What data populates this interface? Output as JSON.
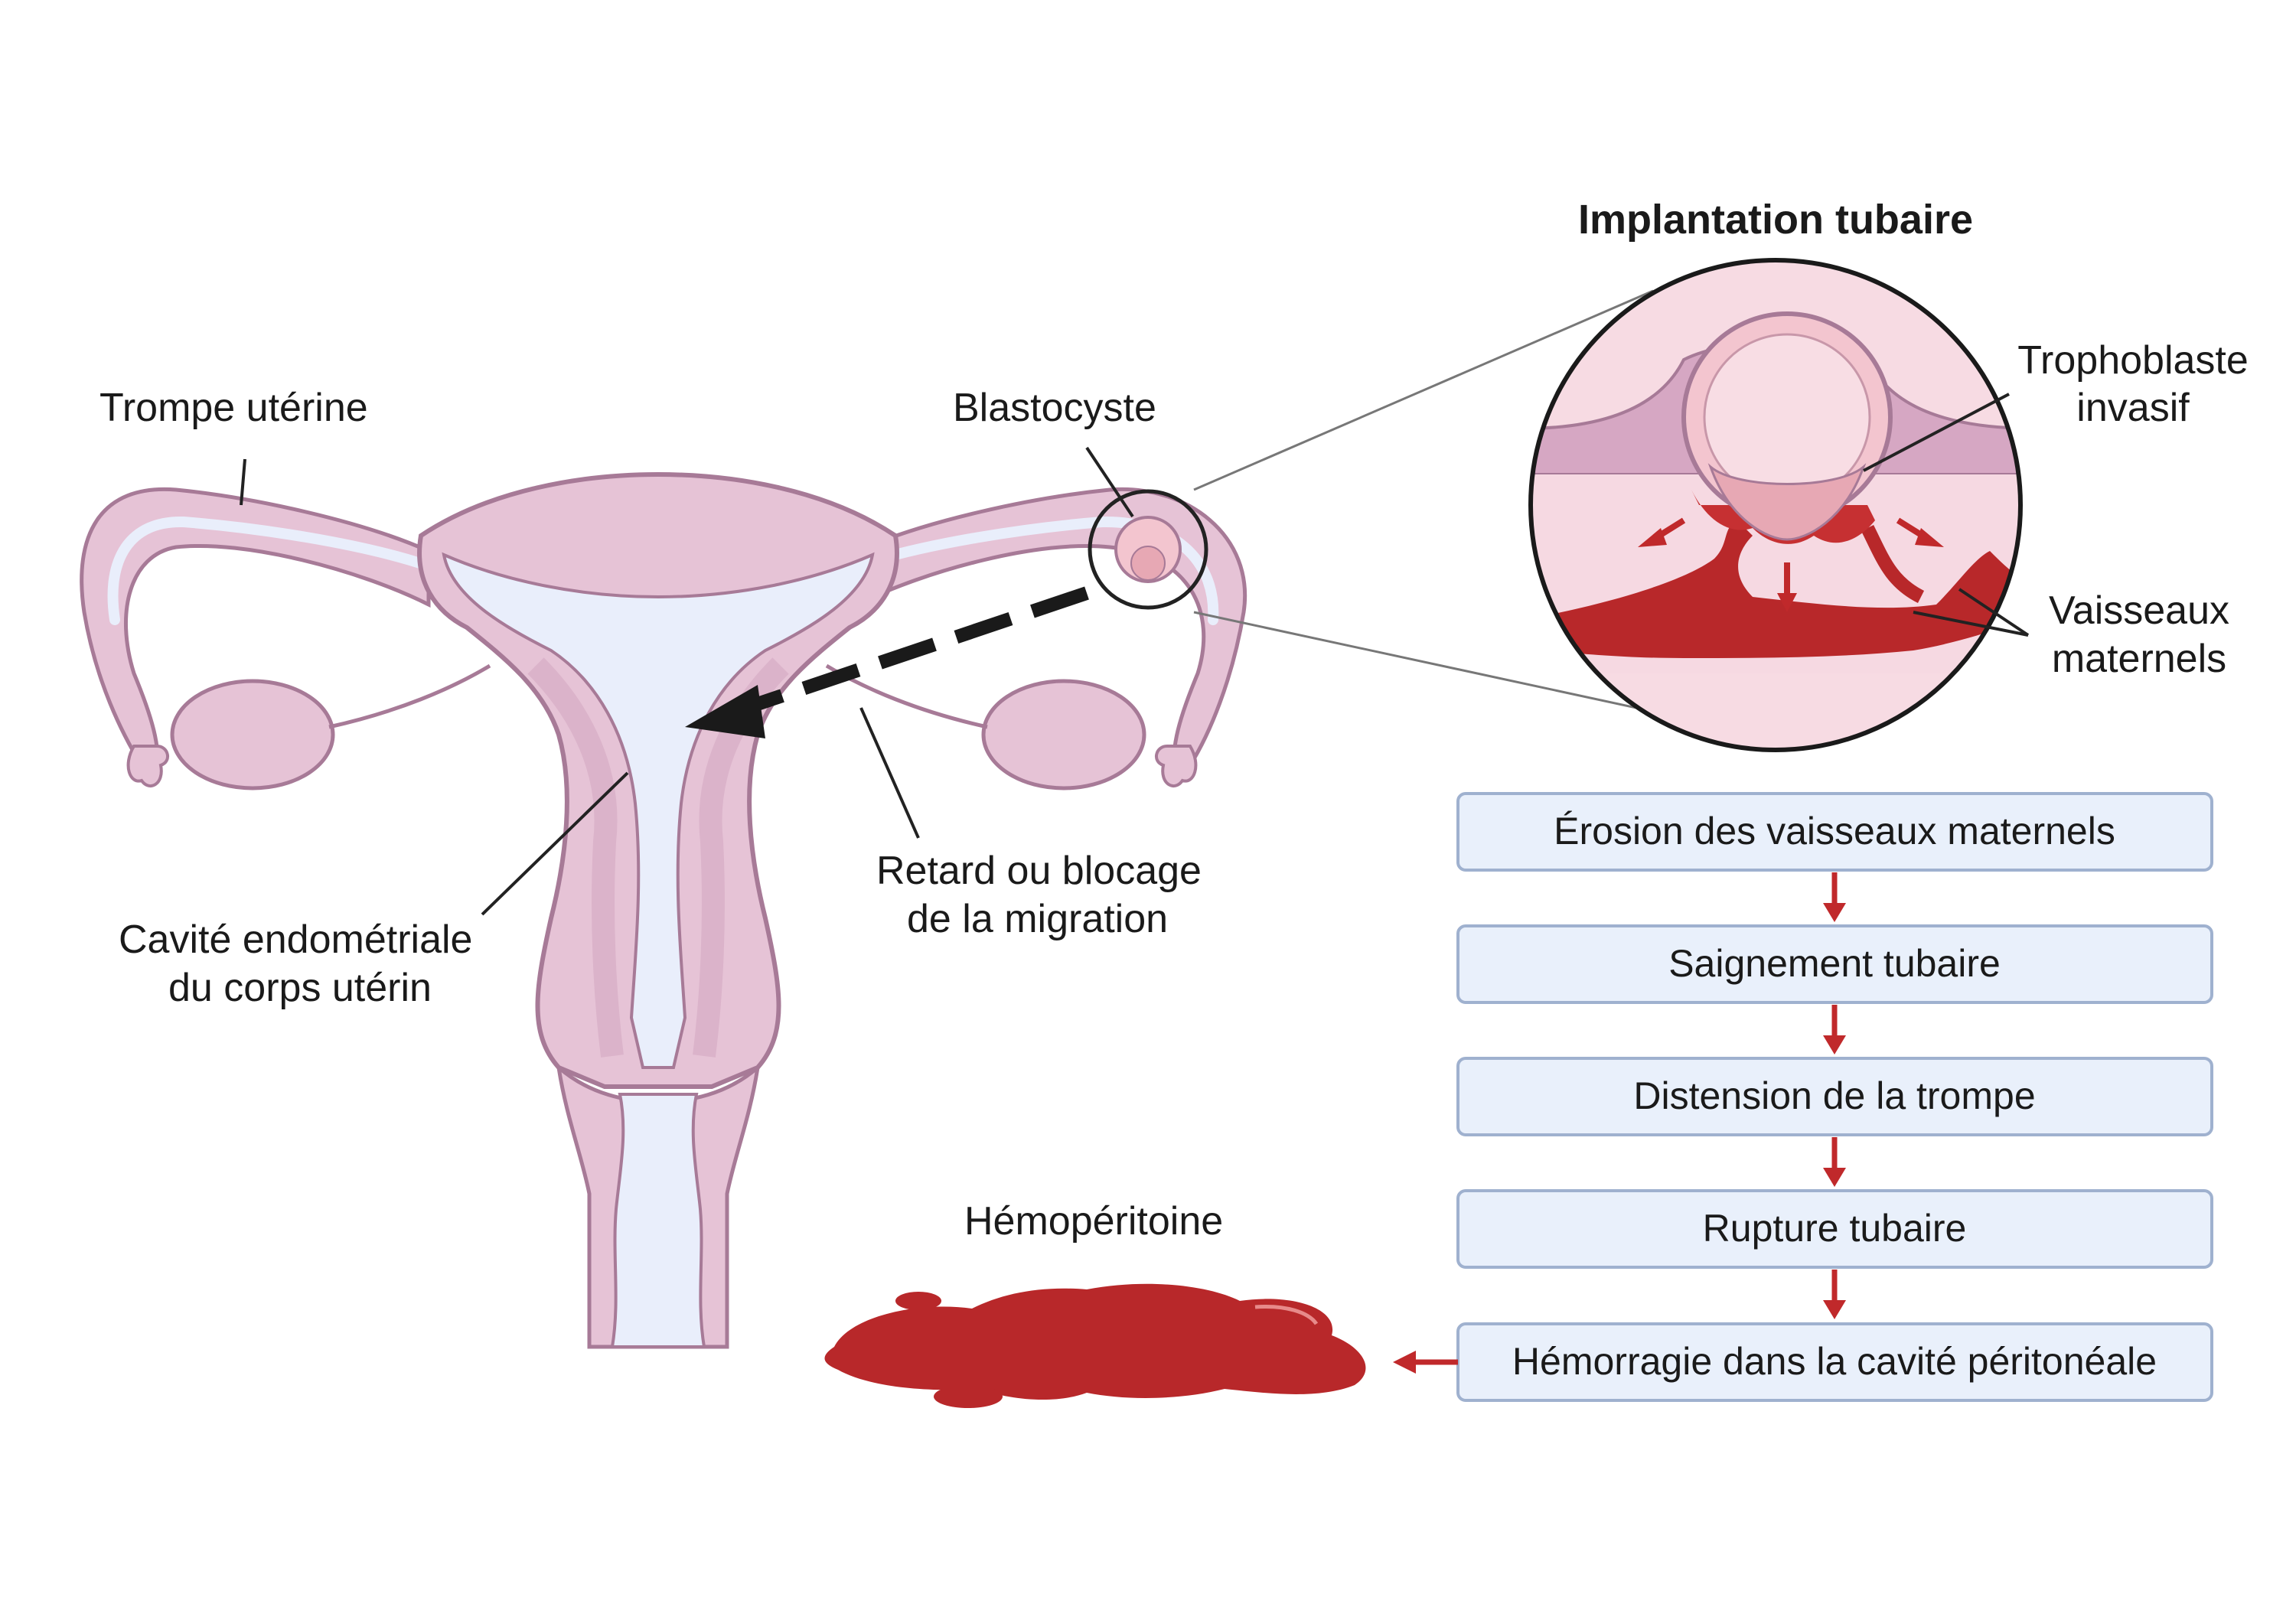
{
  "labels": {
    "trompe": "Trompe utérine",
    "blastocyste": "Blastocyste",
    "cavite_line1": "Cavité endométriale",
    "cavite_line2": "du corps utérin",
    "retard_line1": "Retard ou blocage",
    "retard_line2": "de la migration",
    "hemoperitoine": "Hémopéritoine"
  },
  "inset": {
    "title": "Implantation tubaire",
    "trophoblaste_line1": "Trophoblaste",
    "trophoblaste_line2": "invasif",
    "vaisseaux_line1": "Vaisseaux",
    "vaisseaux_line2": "maternels"
  },
  "flow": {
    "steps": [
      "Érosion des vaisseaux maternels",
      "Saignement tubaire",
      "Distension de la trompe",
      "Rupture tubaire",
      "Hémorragie dans la cavité péritonéale"
    ]
  },
  "colors": {
    "uterus_fill": "#e6c3d6",
    "uterus_stroke": "#a77a97",
    "cavity_fill": "#e9eefb",
    "blood": "#b8282a",
    "flow_box_fill": "#e9f0fb",
    "flow_box_stroke": "#9fb1cf",
    "flow_arrow": "#c0292b"
  }
}
